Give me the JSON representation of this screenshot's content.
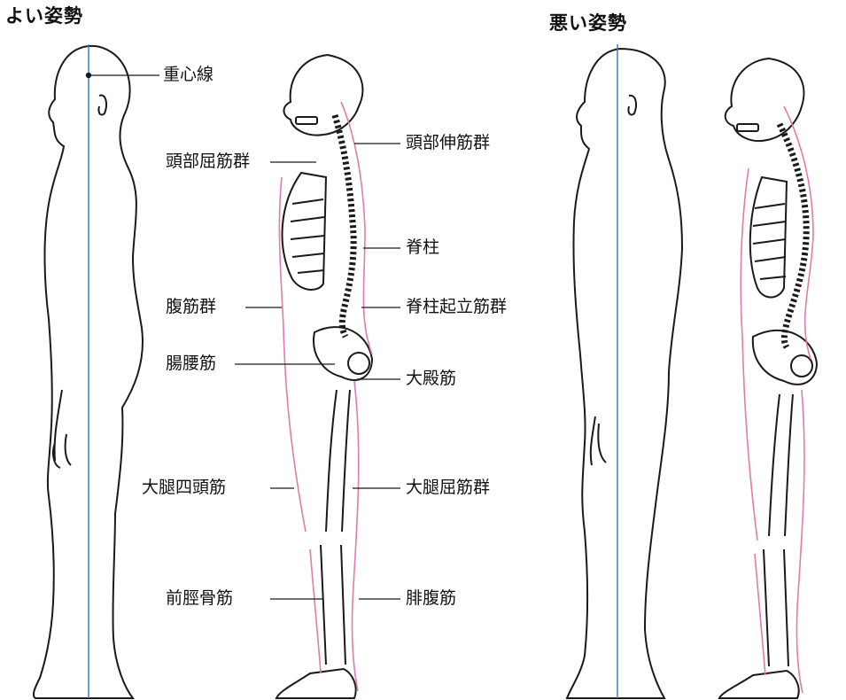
{
  "headings": {
    "good_posture": "よい姿勢",
    "bad_posture": "悪い姿勢"
  },
  "labels": {
    "gravity_line": "重心線",
    "neck_flexors": "頭部屈筋群",
    "neck_extensors": "頭部伸筋群",
    "spine": "脊柱",
    "abdominals": "腹筋群",
    "erector_spinae": "脊柱起立筋群",
    "iliopsoas": "腸腰筋",
    "gluteus_maximus": "大殿筋",
    "quadriceps": "大腿四頭筋",
    "hamstrings": "大腿屈筋群",
    "tibialis_anterior": "前脛骨筋",
    "gastrocnemius": "腓腹筋"
  },
  "colors": {
    "outline": "#1a1a1a",
    "gravity_line": "#3b7fd0",
    "muscle": "#e07ab0"
  }
}
